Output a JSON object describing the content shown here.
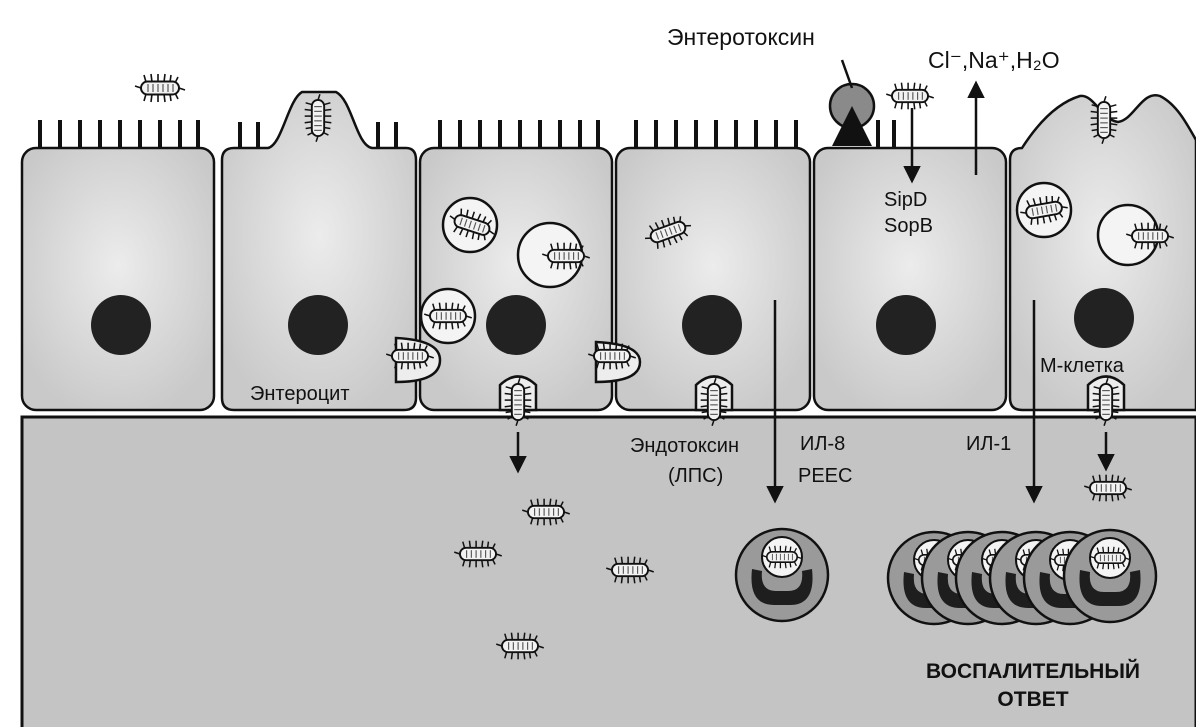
{
  "colors": {
    "background": "#ffffff",
    "lamina": "#c4c4c4",
    "cell_fill": "#d6d6d6",
    "cell_edge": "#1a1a1a",
    "nucleus": "#222222",
    "vacuole": "#f4f4f4"
  },
  "labels": {
    "enterotoxin": "Энтеротоксин",
    "ion_secretion": "Cl⁻,Na⁺,H₂O",
    "sipd": "SipD",
    "sopb": "SopB",
    "enterocyte": "Энтероцит",
    "m_cell": "М-клетка",
    "endotoxin": "Эндотоксин",
    "lps": "(ЛПС)",
    "il8": "ИЛ-8",
    "peec": "PEEC",
    "il1": "ИЛ-1",
    "inflammatory_line1": "ВОСПАЛИТЕЛЬНЫЙ",
    "inflammatory_line2": "ОТВЕТ"
  },
  "icons": {
    "bacterium": "rod-bacterium-icon",
    "enterotoxin_receptor": "toxin-receptor-icon",
    "neutrophil": "neutrophil-icon"
  }
}
